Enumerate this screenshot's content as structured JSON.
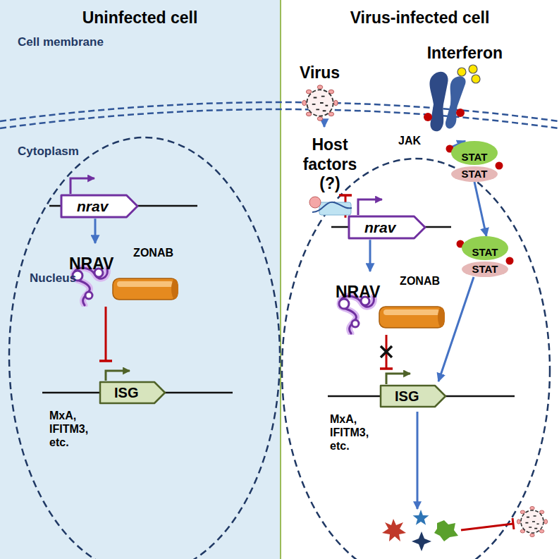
{
  "diagram": {
    "nodes": [
      {
        "text": [
          "Uninfected cell"
        ]
      },
      {
        "text": [
          "Virus-infected cell"
        ]
      },
      {
        "text": [
          "nrav"
        ],
        "in": 0
      },
      {
        "text": [
          "NRAV",
          "ZONAB"
        ],
        "in": 0
      },
      {
        "text": [
          "ISG",
          "MxA, IFITM3, etc."
        ],
        "in": 0
      },
      {
        "text": [
          "Virus"
        ],
        "in": 1
      },
      {
        "text": [
          "Interferon",
          "JAK"
        ],
        "in": 1
      },
      {
        "text": [
          "Host factors (?)"
        ],
        "in": 1
      },
      {
        "text": [
          "nrav"
        ],
        "in": 1
      },
      {
        "text": [
          "NRAV",
          "ZONAB"
        ],
        "in": 1
      },
      {
        "text": [
          "STAT",
          "STAT"
        ],
        "in": 1
      },
      {
        "text": [
          "STAT",
          "STAT"
        ],
        "in": 1
      },
      {
        "text": [
          "ISG",
          "MxA, IFITM3, etc."
        ],
        "in": 1
      }
    ],
    "edges": [
      {
        "from": 2,
        "to": 3,
        "arrow": "to"
      },
      {
        "from": 3,
        "to": 4,
        "arrow": "to"
      },
      {
        "from": 5,
        "to": 7,
        "arrow": "to"
      },
      {
        "from": 7,
        "to": 8,
        "arrow": "to"
      },
      {
        "from": 8,
        "to": 9,
        "arrow": "to"
      },
      {
        "from": 9,
        "to": 12,
        "arrow": "to"
      },
      {
        "from": 6,
        "to": 10,
        "arrow": "to"
      },
      {
        "from": 10,
        "to": 11,
        "arrow": "to"
      },
      {
        "from": 11,
        "to": 12,
        "arrow": "to"
      }
    ],
    "labels": [
      "Cell membrane",
      "Cytoplasm",
      "Nucleus"
    ]
  }
}
